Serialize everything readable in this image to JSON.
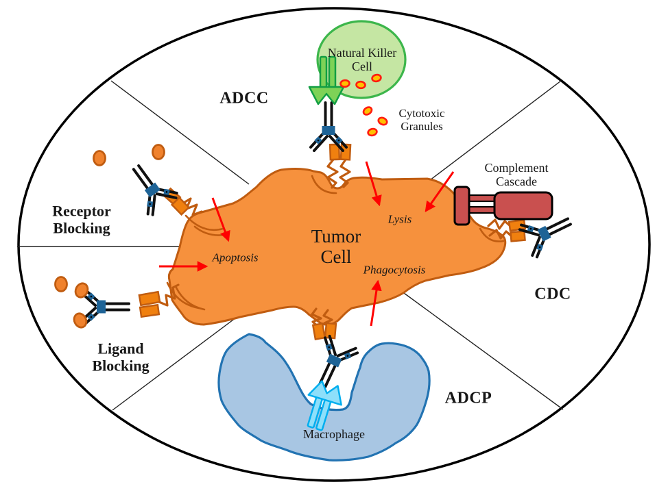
{
  "regions": {
    "adcc": "ADCC",
    "cdc": "CDC",
    "adcp": "ADCP",
    "receptor_blocking": {
      "line1": "Receptor",
      "line2": "Blocking"
    },
    "ligand_blocking": {
      "line1": "Ligand",
      "line2": "Blocking"
    }
  },
  "cells": {
    "nk": {
      "line1": "Natural Killer",
      "line2": "Cell"
    },
    "tumor": {
      "line1": "Tumor",
      "line2": "Cell"
    },
    "macrophage": "Macrophage"
  },
  "annotations": {
    "cytotoxic_granules": {
      "line1": "Cytotoxic",
      "line2": "Granules"
    },
    "complement_cascade": {
      "line1": "Complement",
      "line2": "Cascade"
    },
    "lysis": "Lysis",
    "apoptosis": "Apoptosis",
    "phagocytosis": "Phagocytosis"
  },
  "colors": {
    "tumor_fill": "#F6913D",
    "tumor_stroke": "#C05C10",
    "nk_fill": "#C5E6A3",
    "nk_stroke": "#3CB64B",
    "nk_receptor_fill": "#7ED257",
    "nk_receptor_stroke": "#129E43",
    "macrophage_fill": "#A8C6E3",
    "macrophage_stroke": "#2273B2",
    "mac_receptor_fill": "#8EDFFA",
    "mac_receptor_stroke": "#00AEEF",
    "complement_fill": "#C9504F",
    "antibody_black": "#111111",
    "antibody_hinge_blue": "#1E6396",
    "antigen_fill": "#F0800F",
    "ligand_fill": "#F0822D",
    "granule_ring": "#FF1C0F",
    "granule_core": "#FFC000",
    "arrow_red": "#FF0000",
    "outline_black": "#000000"
  }
}
